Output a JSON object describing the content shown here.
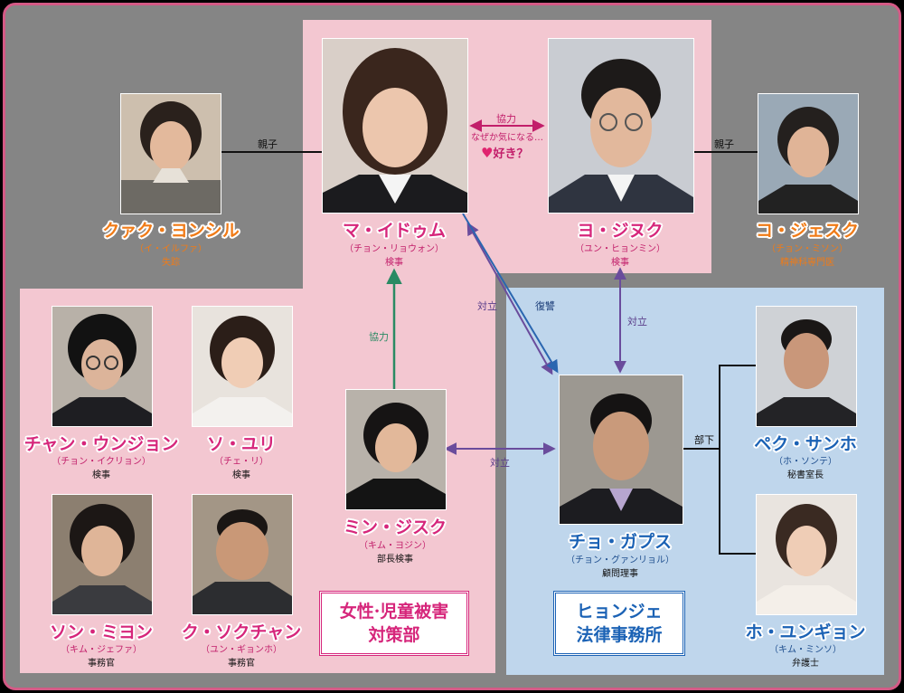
{
  "colors": {
    "frame_bg": "#858585",
    "frame_border": "#d45a86",
    "pink_panel": "#f3c7d1",
    "blue_panel": "#bfd6ec",
    "name_orange": "#f07b17",
    "name_pink": "#d6267b",
    "name_blue": "#1b62b5",
    "arrow_green": "#2a8a63",
    "arrow_purple": "#6a4c9c",
    "arrow_blue": "#2a66b0",
    "arrow_pink": "#c21e6a"
  },
  "characters": {
    "kwak": {
      "name": "クァク・ヨンシル",
      "actor": "（イ・イルファ）",
      "role": "失踪"
    },
    "ma": {
      "name": "マ・イドゥム",
      "actor": "（チョン・リョウォン）",
      "role": "検事"
    },
    "yeo": {
      "name": "ヨ・ジヌク",
      "actor": "（ユン・ヒョンミン）",
      "role": "検事"
    },
    "ko": {
      "name": "コ・ジェスク",
      "actor": "（チョン・ミソン）",
      "role": "精神科専門医"
    },
    "chang": {
      "name": "チャン・ウンジョン",
      "actor": "（チョン・イクリョン）",
      "role": "検事"
    },
    "so": {
      "name": "ソ・ユリ",
      "actor": "（チェ・リ）",
      "role": "検事"
    },
    "min": {
      "name": "ミン・ジスク",
      "actor": "（キム・ヨジン）",
      "role": "部長検事"
    },
    "son": {
      "name": "ソン・ミヨン",
      "actor": "（キム・ジェファ）",
      "role": "事務官"
    },
    "ku": {
      "name": "ク・ソクチャン",
      "actor": "（ユン・ギョンホ）",
      "role": "事務官"
    },
    "cho": {
      "name": "チョ・ガプス",
      "actor": "（チョン・グァンリョル）",
      "role": "顧問理事"
    },
    "baek": {
      "name": "ペク・サンホ",
      "actor": "（ホ・ソンテ）",
      "role": "秘書室長"
    },
    "ho": {
      "name": "ホ・ユンギョン",
      "actor": "（キム・ミンソ）",
      "role": "弁護士"
    }
  },
  "relations": {
    "kwak_ma": "親子",
    "yeo_ko": "親子",
    "ma_yeo_1": "協力",
    "ma_yeo_2": "なぜか気になる…",
    "ma_yeo_3": "好き？",
    "min_ma": "協力",
    "ma_cho_left": "対立",
    "ma_cho_right": "復讐",
    "yeo_cho": "対立",
    "min_cho": "対立",
    "cho_staff": "部下"
  },
  "groups": {
    "dept_line1": "女性·児童被害",
    "dept_line2": "対策部",
    "firm_line1": "ヒョンジェ",
    "firm_line2": "法律事務所"
  },
  "icons": {
    "heart": "heart-icon",
    "portraits": "portrait-photo"
  }
}
